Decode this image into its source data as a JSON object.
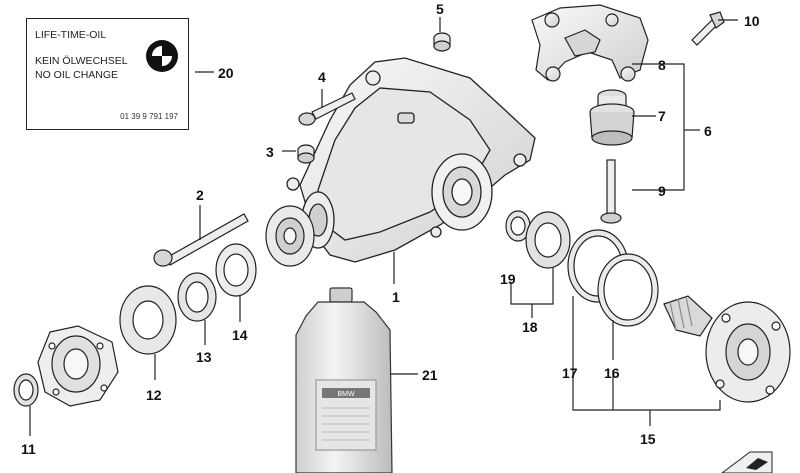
{
  "label": {
    "line1": "LIFE-TIME-OIL",
    "line2": "KEIN ÖLWECHSEL",
    "line3": "NO OIL CHANGE",
    "code": "01 39 9 791 197"
  },
  "bottle_text": "BMW",
  "callouts": {
    "n1": "1",
    "n2": "2",
    "n3": "3",
    "n4": "4",
    "n5": "5",
    "n6": "6",
    "n7": "7",
    "n8": "8",
    "n9": "9",
    "n10": "10",
    "n11": "11",
    "n12": "12",
    "n13": "13",
    "n14": "14",
    "n15": "15",
    "n16": "16",
    "n17": "17",
    "n18": "18",
    "n19": "19",
    "n20": "20",
    "n21": "21"
  },
  "colors": {
    "line": "#222222",
    "part_fill": "#f2f2f2",
    "shade": "#c8c8c8",
    "dark": "#555555"
  }
}
